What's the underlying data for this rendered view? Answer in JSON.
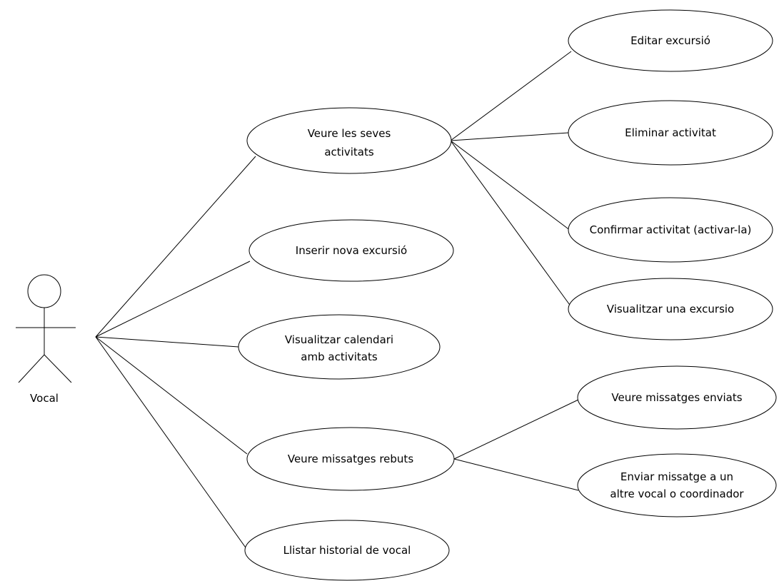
{
  "actor": {
    "name": "Vocal"
  },
  "use_cases": {
    "veure_seves_activitats": [
      "Veure les seves",
      "activitats"
    ],
    "inserir_nova_excursio": [
      "Inserir nova excursió"
    ],
    "visualitzar_calendari": [
      "Visualitzar calendari",
      "amb activitats"
    ],
    "veure_missatges_rebuts": [
      "Veure missatges rebuts"
    ],
    "llistar_historial": [
      "Llistar historial de vocal"
    ],
    "editar_excursio": [
      "Editar excursió"
    ],
    "eliminar_activitat": [
      "Eliminar activitat"
    ],
    "confirmar_activitat": [
      "Confirmar activitat (activar-la)"
    ],
    "visualitzar_excursio": [
      "Visualitzar una excursio"
    ],
    "veure_missatges_enviats": [
      "Veure missatges enviats"
    ],
    "enviar_missatge": [
      "Enviar missatge a un",
      "altre vocal o coordinador"
    ]
  }
}
